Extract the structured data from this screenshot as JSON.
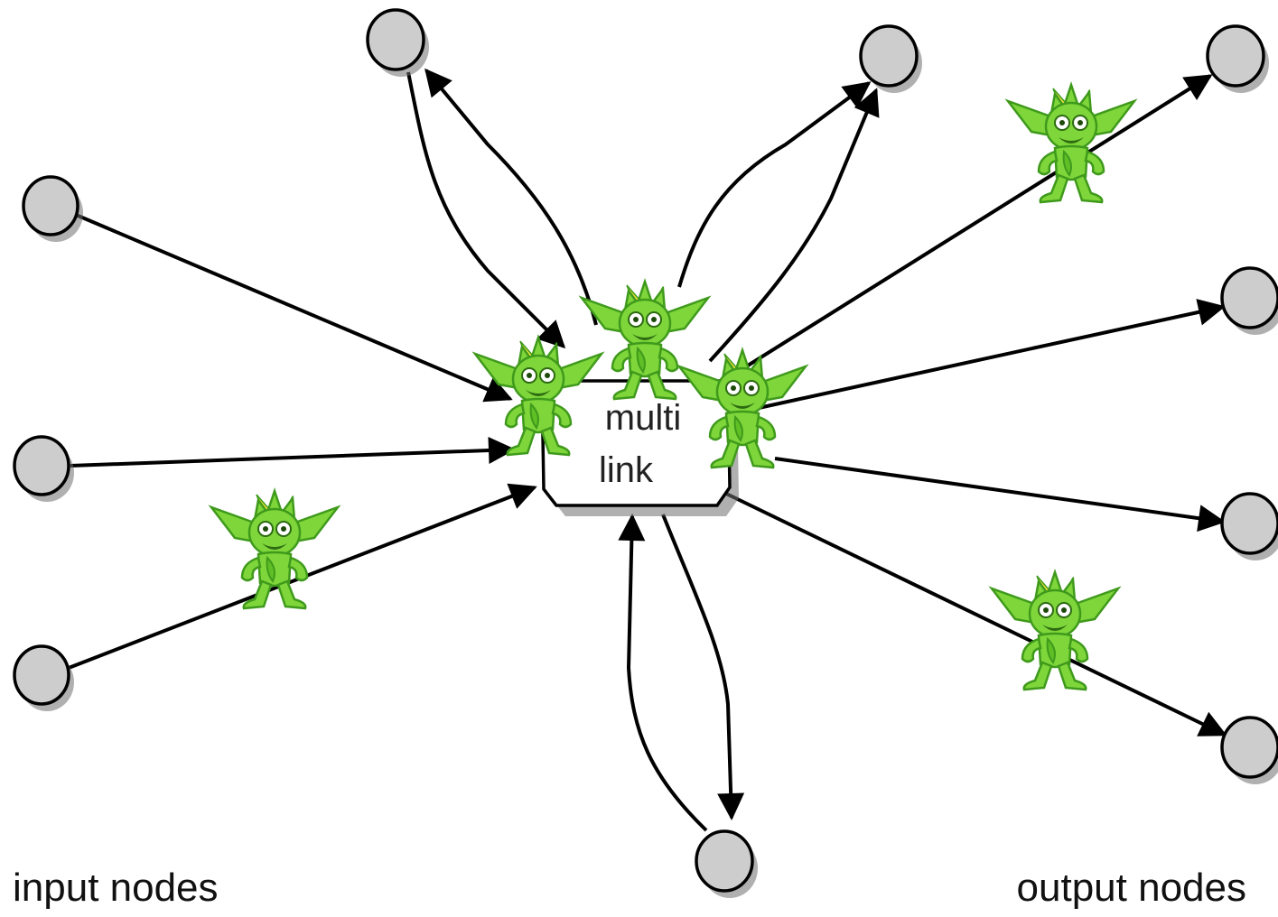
{
  "diagram": {
    "hub_label_line1": "multi",
    "hub_label_line2": "link",
    "input_label": "input nodes",
    "output_label": "output nodes"
  },
  "colors": {
    "node_fill": "#cdcdcd",
    "goblin_green": "#7fd63a"
  },
  "icons": [
    "goblin-mascot-icon"
  ]
}
